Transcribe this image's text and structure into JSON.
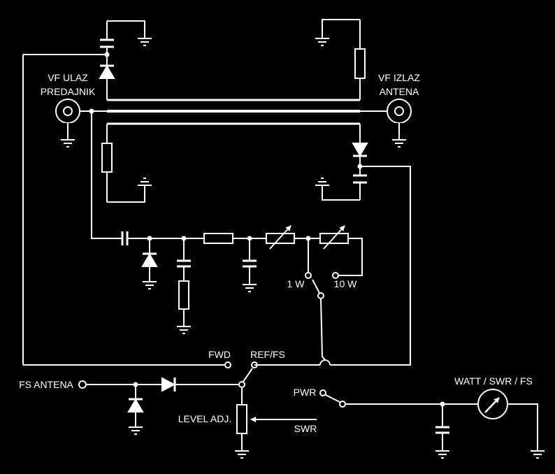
{
  "colors": {
    "background": "#000000",
    "line": "#ffffff"
  },
  "labels": {
    "vf_ulaz": "VF ULAZ",
    "predajnik": "PREDAJNIK",
    "vf_izlaz": "VF IZLAZ",
    "antena": "ANTENA",
    "one_w": "1 W",
    "ten_w": "10 W",
    "fwd": "FWD",
    "ref_fs": "REF/FS",
    "fs_antena": "FS ANTENA",
    "pwr": "PWR",
    "level_adj": "LEVEL ADJ.",
    "swr": "SWR",
    "meter": "WATT / SWR / FS"
  }
}
